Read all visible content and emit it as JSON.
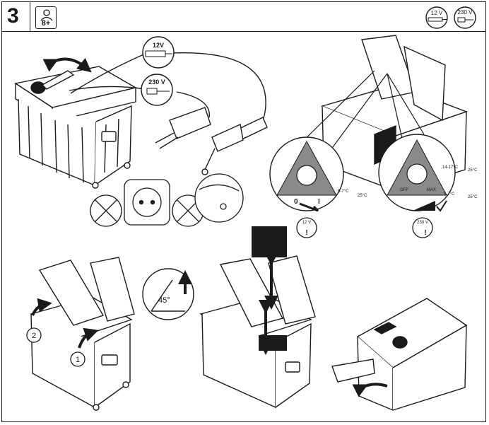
{
  "header": {
    "step_number": "3",
    "age_badge": "8+",
    "power_icons": [
      {
        "label": "12 V",
        "icon": "car-socket-plug-icon"
      },
      {
        "label": "230 V",
        "icon": "mains-plug-icon"
      }
    ]
  },
  "panel_cables": {
    "cable_12v_label": "12V",
    "cable_230v_label": "230 V"
  },
  "panel_dials": {
    "dial_12v": {
      "off": "0",
      "on": "I",
      "temp": "5-7°C",
      "ambient": "25°C",
      "warning_label": "12 V"
    },
    "dial_230v": {
      "off": "OFF",
      "max": "MAX",
      "temp_high": "14-17°C",
      "temp_low": "5-7°C",
      "ambient_high": "25°C",
      "ambient_low": "25°C",
      "warning_label": "230 V"
    }
  },
  "panel_open": {
    "angle_label": "45°",
    "steps": [
      "1",
      "2"
    ]
  },
  "colors": {
    "line": "#1a1a1a",
    "dial_fill": "#8a8a8a",
    "background": "#ffffff"
  }
}
